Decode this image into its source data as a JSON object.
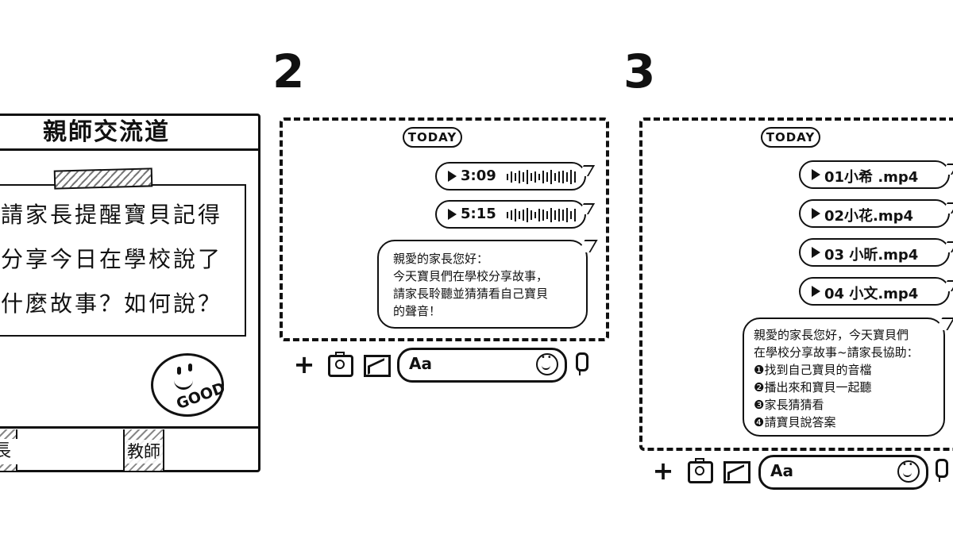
{
  "panel1": {
    "title": "親師交流道",
    "note_lines": [
      "請家長提醒寶貝記得",
      "分享今日在學校說了",
      "什麼故事？如何說？"
    ],
    "sticker_text": "GOOD",
    "tab_left": "長",
    "tab_right": "教師"
  },
  "panel2": {
    "number": "2",
    "date_label": "TODAY",
    "voice_messages": [
      {
        "duration": "3:09"
      },
      {
        "duration": "5:15"
      }
    ],
    "message_lines": [
      "親愛的家長您好：",
      "今天寶貝們在學校分享故事，",
      "請家長聆聽並猜猜看自己寶貝",
      "的聲音！"
    ],
    "input_placeholder": "Aa"
  },
  "panel3": {
    "number": "3",
    "date_label": "TODAY",
    "files": [
      "01小希 .mp4",
      "02小花.mp4",
      "03 小昕.mp4",
      "04 小文.mp4"
    ],
    "message_lines": [
      "親愛的家長您好，今天寶貝們",
      "在學校分享故事~請家長協助：",
      "❶找到自己寶貝的音檔",
      "❷播出來和寶貝一起聽",
      "❸家長猜猜看",
      "❹請寶貝說答案"
    ],
    "input_placeholder": "Aa"
  }
}
